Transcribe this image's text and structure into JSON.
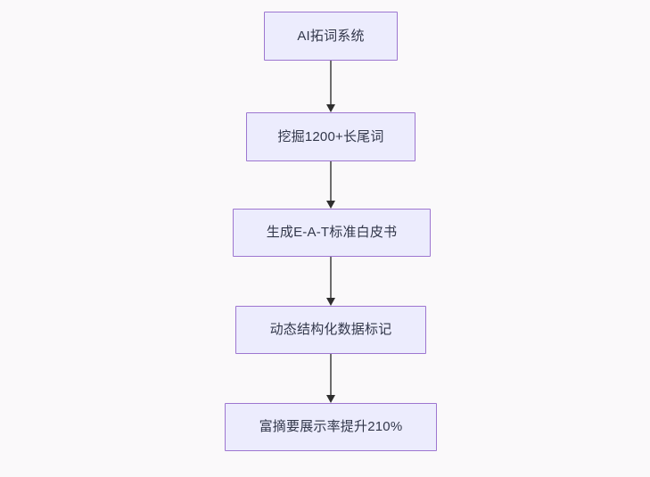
{
  "diagram": {
    "type": "flowchart",
    "direction": "top-to-bottom",
    "background_color": "#faf9fa",
    "node_fill_color": "#ececfd",
    "node_border_color": "#9d76d0",
    "node_text_color": "#32374a",
    "edge_color": "#6d6d6d",
    "arrowhead_color": "#2e2e2e",
    "nodes": [
      {
        "id": "n1",
        "label": "AI拓词系统"
      },
      {
        "id": "n2",
        "label": "挖掘1200+长尾词"
      },
      {
        "id": "n3",
        "label": "生成E-A-T标准白皮书"
      },
      {
        "id": "n4",
        "label": "动态结构化数据标记"
      },
      {
        "id": "n5",
        "label": "富摘要展示率提升210%"
      }
    ],
    "edges": [
      {
        "id": "e1",
        "from": "n1",
        "to": "n2",
        "label": ""
      },
      {
        "id": "e2",
        "from": "n2",
        "to": "n3",
        "label": ""
      },
      {
        "id": "e3",
        "from": "n3",
        "to": "n4",
        "label": ""
      },
      {
        "id": "e4",
        "from": "n4",
        "to": "n5",
        "label": ""
      }
    ]
  }
}
